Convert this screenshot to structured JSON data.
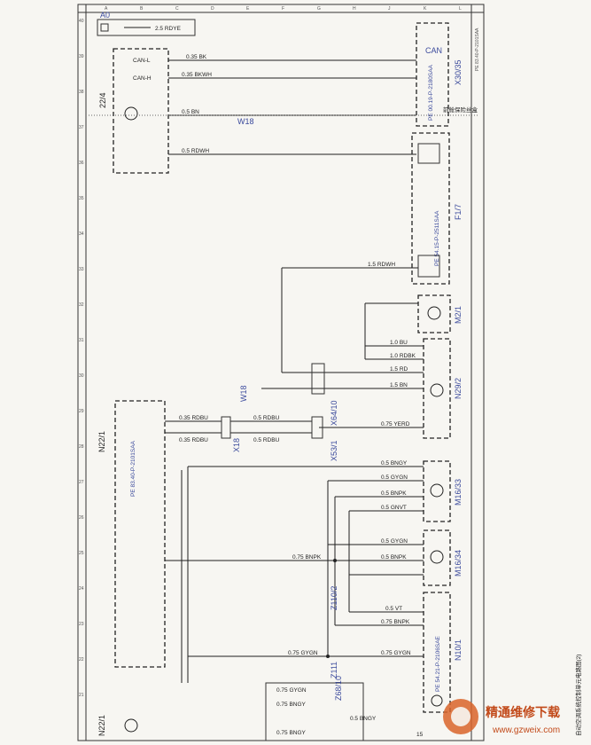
{
  "col_letters": [
    "A",
    "B",
    "C",
    "D",
    "E",
    "F",
    "G",
    "H",
    "J",
    "K",
    "L"
  ],
  "row_numbers": [
    "40",
    "39",
    "38",
    "37",
    "36",
    "35",
    "34",
    "33",
    "32",
    "31",
    "30",
    "29",
    "28",
    "27",
    "26",
    "25",
    "24",
    "23",
    "22",
    "21"
  ],
  "top_block": {
    "ref": "A0",
    "wire": "2.5 RDYE"
  },
  "connector_22_4": {
    "ref": "22/4",
    "pin_labels": [
      "CAN-L",
      "CAN-H"
    ]
  },
  "wires_top": [
    {
      "label": "0.35 BK",
      "id": "w-bk"
    },
    {
      "label": "0.35 BKWH",
      "id": "w-bkwh"
    },
    {
      "label": "0.5 BN",
      "id": "w-bn"
    },
    {
      "label": "0.5 RDWH",
      "id": "w-rdwh"
    }
  ],
  "w18_top": "W18",
  "right_top": {
    "can": "CAN",
    "part": "PE 00.19-P-2180SAA",
    "conn": "X30/35",
    "note": "前舱保险丝盒"
  },
  "f1_7": {
    "part": "PE 54.15-P-2511SAA",
    "ref": "F1/7"
  },
  "wire_15rdwh": "1.5 RDWH",
  "m2_1": "M2/1",
  "wires_m2": [
    "1.0 BU",
    "1.0 RDBK",
    "1.5 RD",
    "1.5 BN"
  ],
  "n29_2": "N29/2",
  "x64_10": "X64/10",
  "w18_mid": "W18",
  "wire_075yerd": "0.75 YERD",
  "n22_1_top": "N22/1",
  "n22_1_part": "PE 83.40-P-2101SAA",
  "x18": "X18",
  "x53_1": "X53/1",
  "wires_x18": [
    "0.35 RDBU",
    "0.35 RDBU",
    "0.5 RDBU",
    "0.5 RDBU"
  ],
  "wires_m16_33": [
    "0.5 BNGY",
    "0.5 GYGN",
    "0.5 BNPK",
    "0.5 GNVT"
  ],
  "m16_33": "M16/33",
  "wires_m16_34": [
    "0.5 GYGN",
    "0.5 BNPK"
  ],
  "m16_34": "M16/34",
  "z110_2": "Z110/2",
  "wire_075bnpk": "0.75 BNPK",
  "wires_n10": [
    "0.5 VT",
    "0.75 BNPK"
  ],
  "n10_1": {
    "part": "PE 54.21-P-2106SAE",
    "ref": "N10/1"
  },
  "z111": "Z111",
  "wire_075gygn_a": "0.75 GYGN",
  "wire_075gygn_b": "0.75 GYGN",
  "z68_10": "Z68/10",
  "bottom_wires": [
    "0.75 GYGN",
    "0.75 BNGY",
    "0.5 BNGY",
    "0.75 BNGY"
  ],
  "n22_1_bottom": "N22/1",
  "pin_15": "15",
  "right_caption": "自动空调系统控制单元电路图(2)",
  "watermark": {
    "cn": "精通维修下载",
    "url": "www.gzweix.com"
  },
  "tiny_ref": "PE 83.40-P-2101SAA"
}
